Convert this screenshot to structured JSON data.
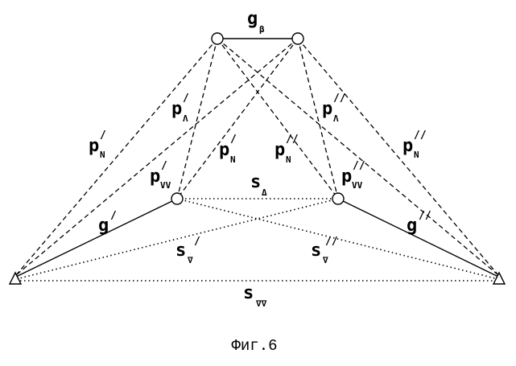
{
  "figure": {
    "caption": "Фиг.6",
    "labels": {
      "g_beta": {
        "main": "g",
        "sup": "",
        "sub": "β"
      },
      "p_n1": {
        "main": "p",
        "sup": "/",
        "sub": "Ν"
      },
      "p_l1": {
        "main": "p",
        "sup": "/",
        "sub": "Λ"
      },
      "p_l2": {
        "main": "p",
        "sup": "//",
        "sub": "Λ"
      },
      "p_n2": {
        "main": "p",
        "sup": "//",
        "sub": "Ν"
      },
      "p_vv1": {
        "main": "p",
        "sup": "/",
        "sub": "VV"
      },
      "p_n1b": {
        "main": "p",
        "sup": "/",
        "sub": "Ν"
      },
      "p_n2b": {
        "main": "p",
        "sup": "//",
        "sub": "Ν"
      },
      "p_vv2": {
        "main": "p",
        "sup": "//",
        "sub": "VV"
      },
      "s_delta": {
        "main": "s",
        "sup": "",
        "sub": "Δ"
      },
      "g_left": {
        "main": "g",
        "sup": "/",
        "sub": ""
      },
      "g_right": {
        "main": "g",
        "sup": "//",
        "sub": ""
      },
      "s_nabla1": {
        "main": "s",
        "sup": "/",
        "sub": "∇"
      },
      "s_nabla2": {
        "main": "s",
        "sup": "//",
        "sub": "∇"
      },
      "s_vv": {
        "main": "s",
        "sup": "",
        "sub": "∇∇"
      }
    }
  }
}
